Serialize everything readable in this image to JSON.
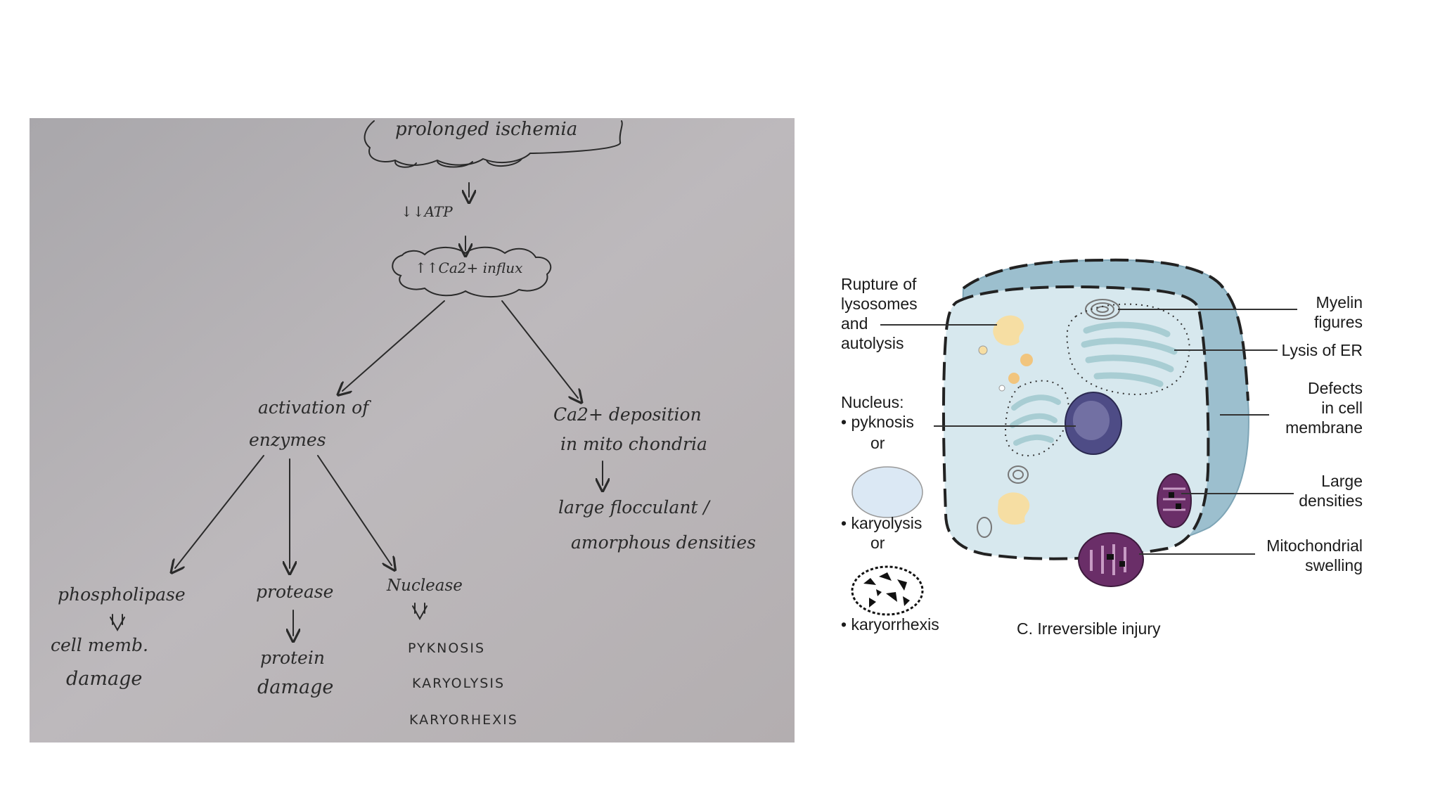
{
  "flowchart": {
    "prolonged_ischemia": "prolonged ischemia",
    "atp": "↓↓ATP",
    "ca_influx": "↑↑Ca2+ influx",
    "activation": [
      "activation of",
      "enzymes"
    ],
    "ca_deposition": [
      "Ca2+ deposition",
      "in mito chondria"
    ],
    "densities": [
      "large flocculant /",
      "amorphous densities"
    ],
    "phospholipase": "phospholipase",
    "cell_memb_damage": [
      "cell memb.",
      "damage"
    ],
    "protease": "protease",
    "protein_damage": [
      "protein",
      "damage"
    ],
    "nuclease": "Nuclease",
    "nuclear_changes": [
      "PYKNOSIS",
      "KARYOLYSIS",
      "KARYORHEXIS"
    ],
    "colors": {
      "paper": "#b9b5b8",
      "ink": "#2a2a2a"
    }
  },
  "cell_figure": {
    "rupture": [
      "Rupture of",
      "lysosomes",
      "and",
      "autolysis"
    ],
    "nucleus_label": "Nucleus:",
    "pyknosis": "• pyknosis",
    "or": "or",
    "karyolysis": "• karyolysis",
    "karyorrhexis": "• karyorrhexis",
    "caption": "C. Irreversible injury",
    "myelin": [
      "Myelin",
      "figures"
    ],
    "lysis_er": "Lysis of ER",
    "defects": [
      "Defects",
      "in cell",
      "membrane"
    ],
    "large_densities": [
      "Large",
      "densities"
    ],
    "mito_swelling": [
      "Mitochondrial",
      "swelling"
    ],
    "colors": {
      "cytoplasm": "#d7e8ee",
      "membrane": "#8fb3c3",
      "nucleus": "#4e4c86",
      "mitochondria": "#6a2e68"
    }
  }
}
